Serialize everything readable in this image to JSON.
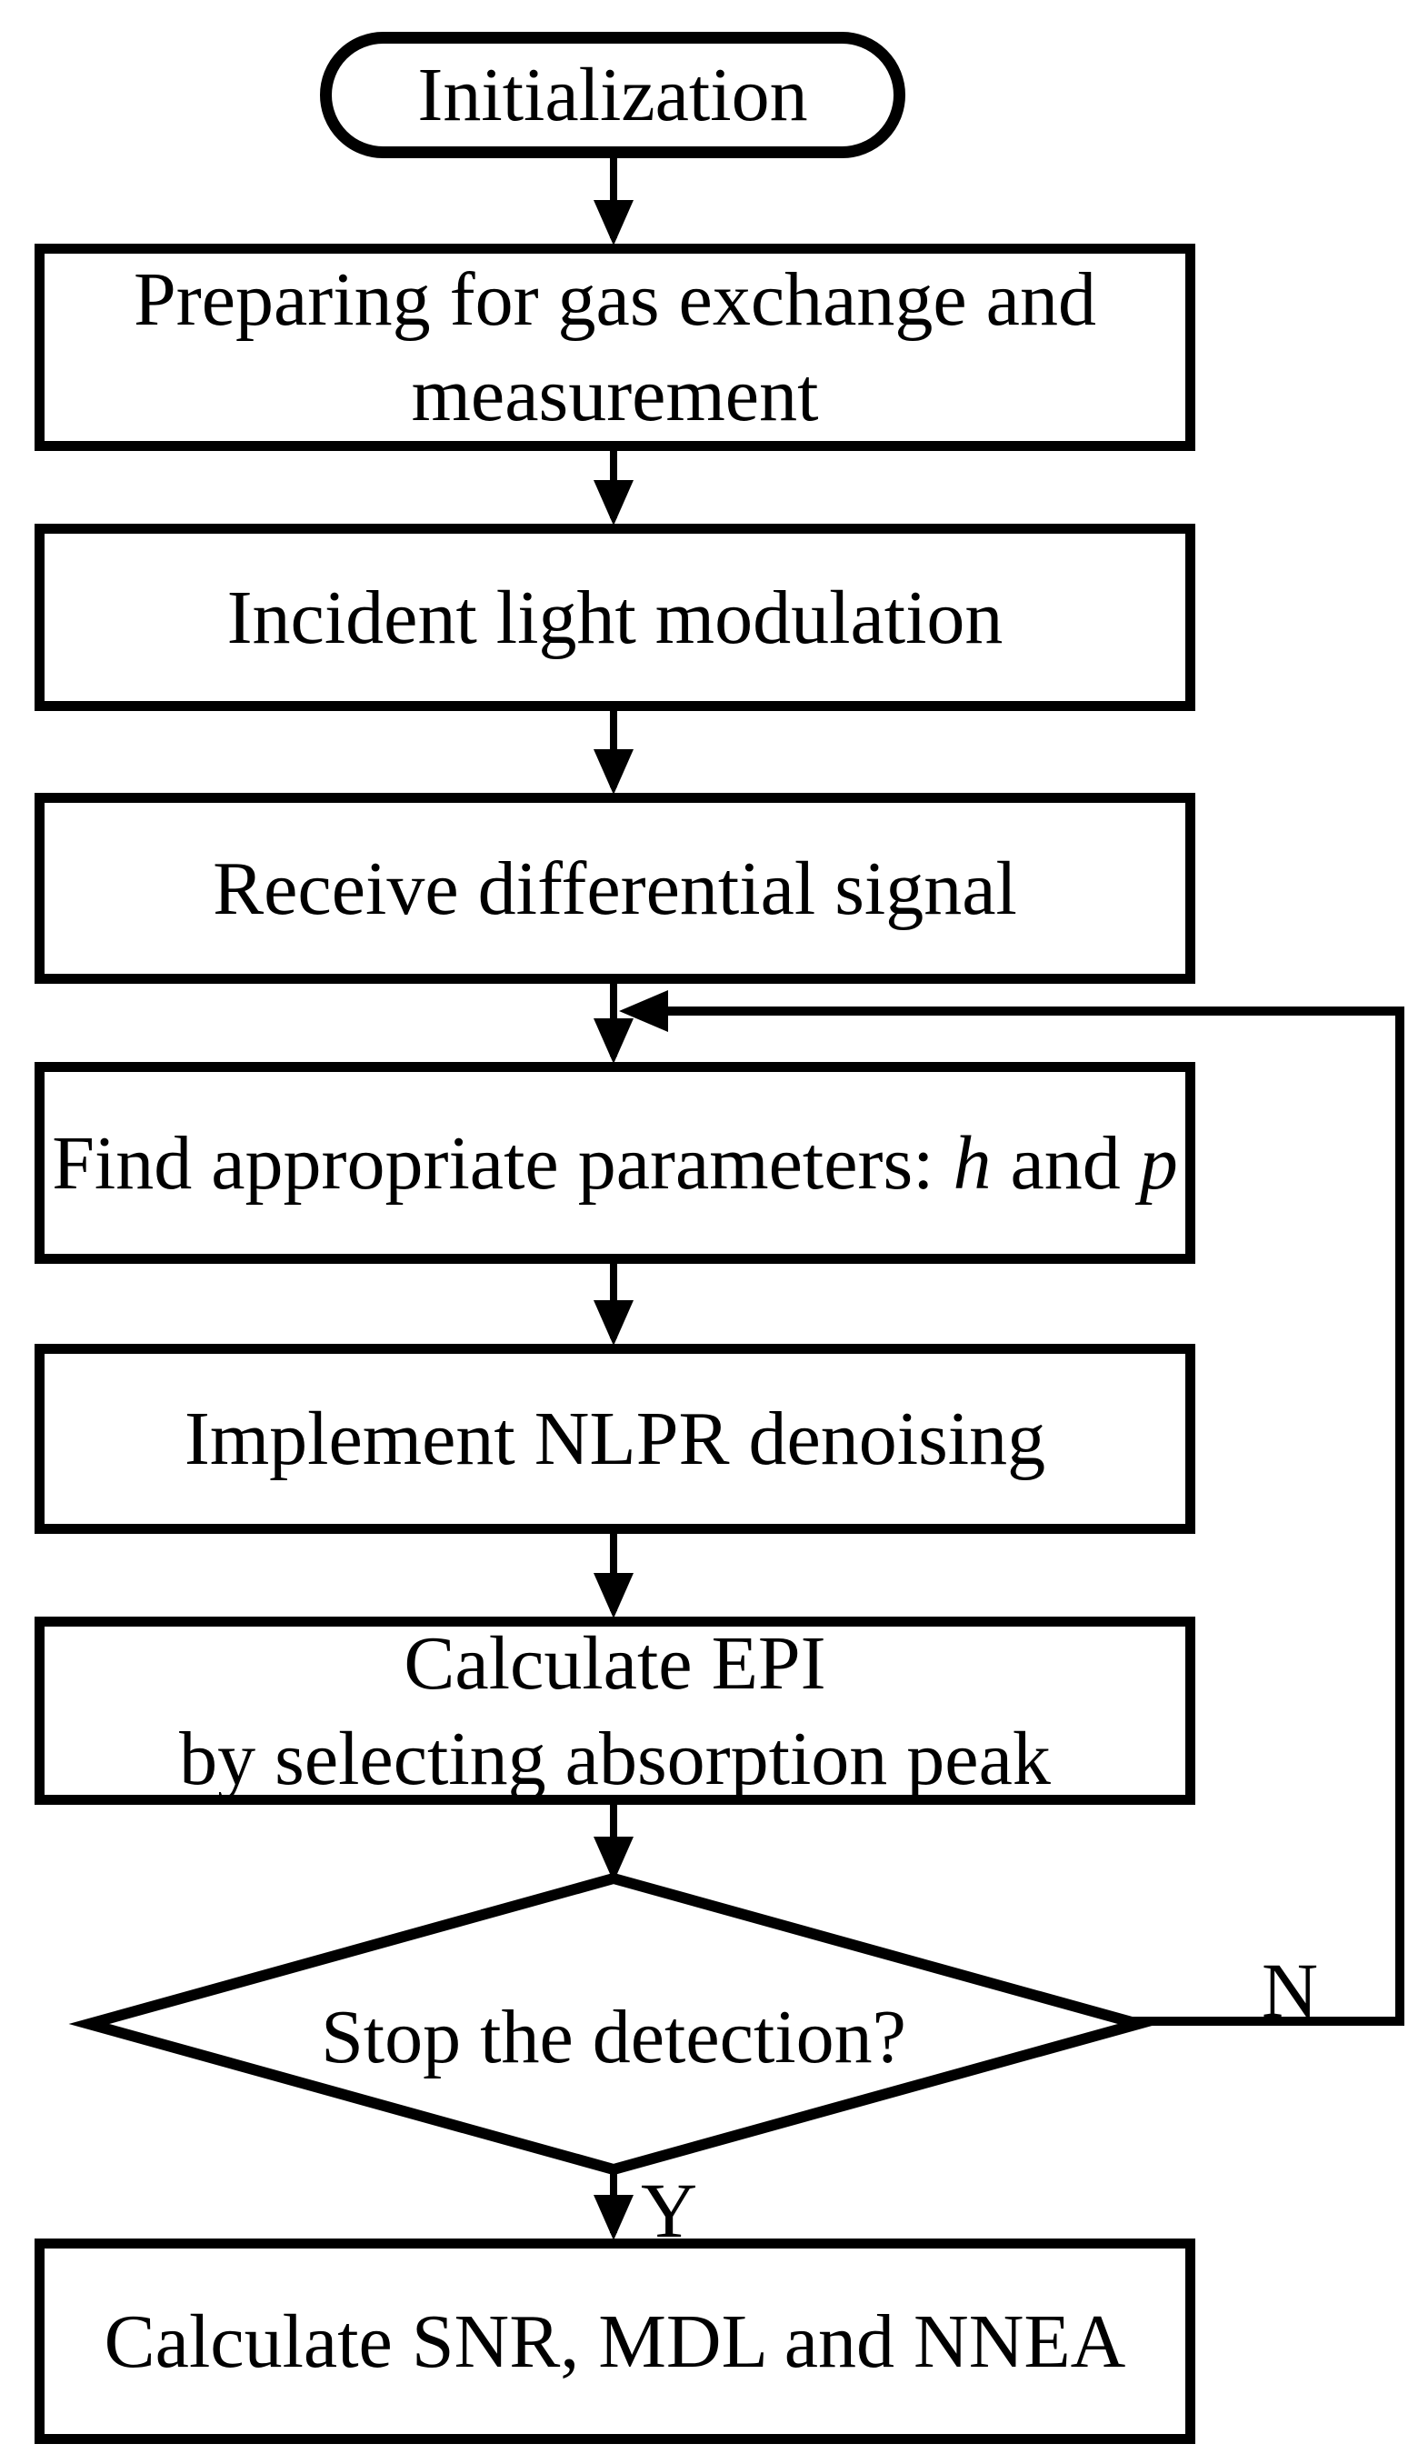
{
  "figure": {
    "background": "#ffffff",
    "ink": "#000000",
    "nodes": {
      "start": {
        "label": "Initialization"
      },
      "prepare": {
        "line1": "Preparing for gas exchange and",
        "line2": "measurement"
      },
      "modulate": {
        "label": "Incident light modulation"
      },
      "receive": {
        "label": "Receive differential signal"
      },
      "find_params": {
        "prefix": "Find appropriate parameters: ",
        "var_h": "h",
        "conjunction": " and ",
        "var_p": "p"
      },
      "denoise": {
        "label": "Implement NLPR denoising"
      },
      "epi": {
        "line1": "Calculate EPI",
        "line2": "by selecting absorption peak"
      },
      "decision": {
        "label": "Stop the detection?"
      },
      "result": {
        "label": "Calculate SNR, MDL and NNEA"
      }
    },
    "branches": {
      "no": "N",
      "yes": "Y"
    }
  }
}
